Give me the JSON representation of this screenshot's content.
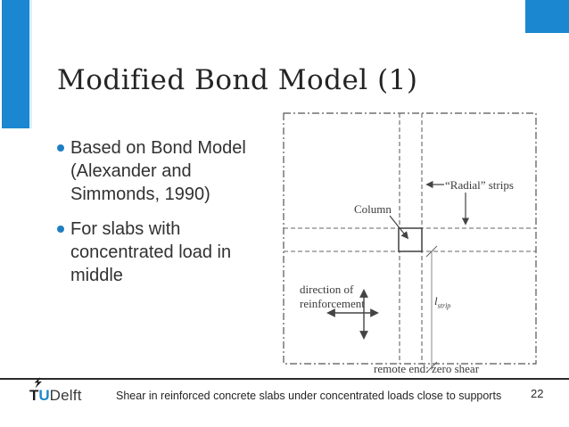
{
  "colors": {
    "accent_blue": "#1b87d0",
    "bullet_blue": "#1f7ec2",
    "logo_blue": "#1f8ac9"
  },
  "title": "Modified Bond Model (1)",
  "bullets": [
    {
      "text": "Based on Bond Model\n(Alexander and\nSimmonds, 1990)"
    },
    {
      "text": "For slabs with\nconcentrated load in\nmiddle"
    }
  ],
  "diagram": {
    "column_label": "Column",
    "radial_label": "“Radial” strips",
    "direction_label": "direction of\nreinforcement",
    "lstrip_symbol": "l",
    "lstrip_sub": "strip",
    "remote_label": "remote end: zero shear"
  },
  "footer": {
    "logo_t": "T",
    "logo_u": "U",
    "logo_delft": "Delft",
    "text": "Shear in reinforced concrete slabs under concentrated loads close to supports",
    "page_number": "22"
  }
}
